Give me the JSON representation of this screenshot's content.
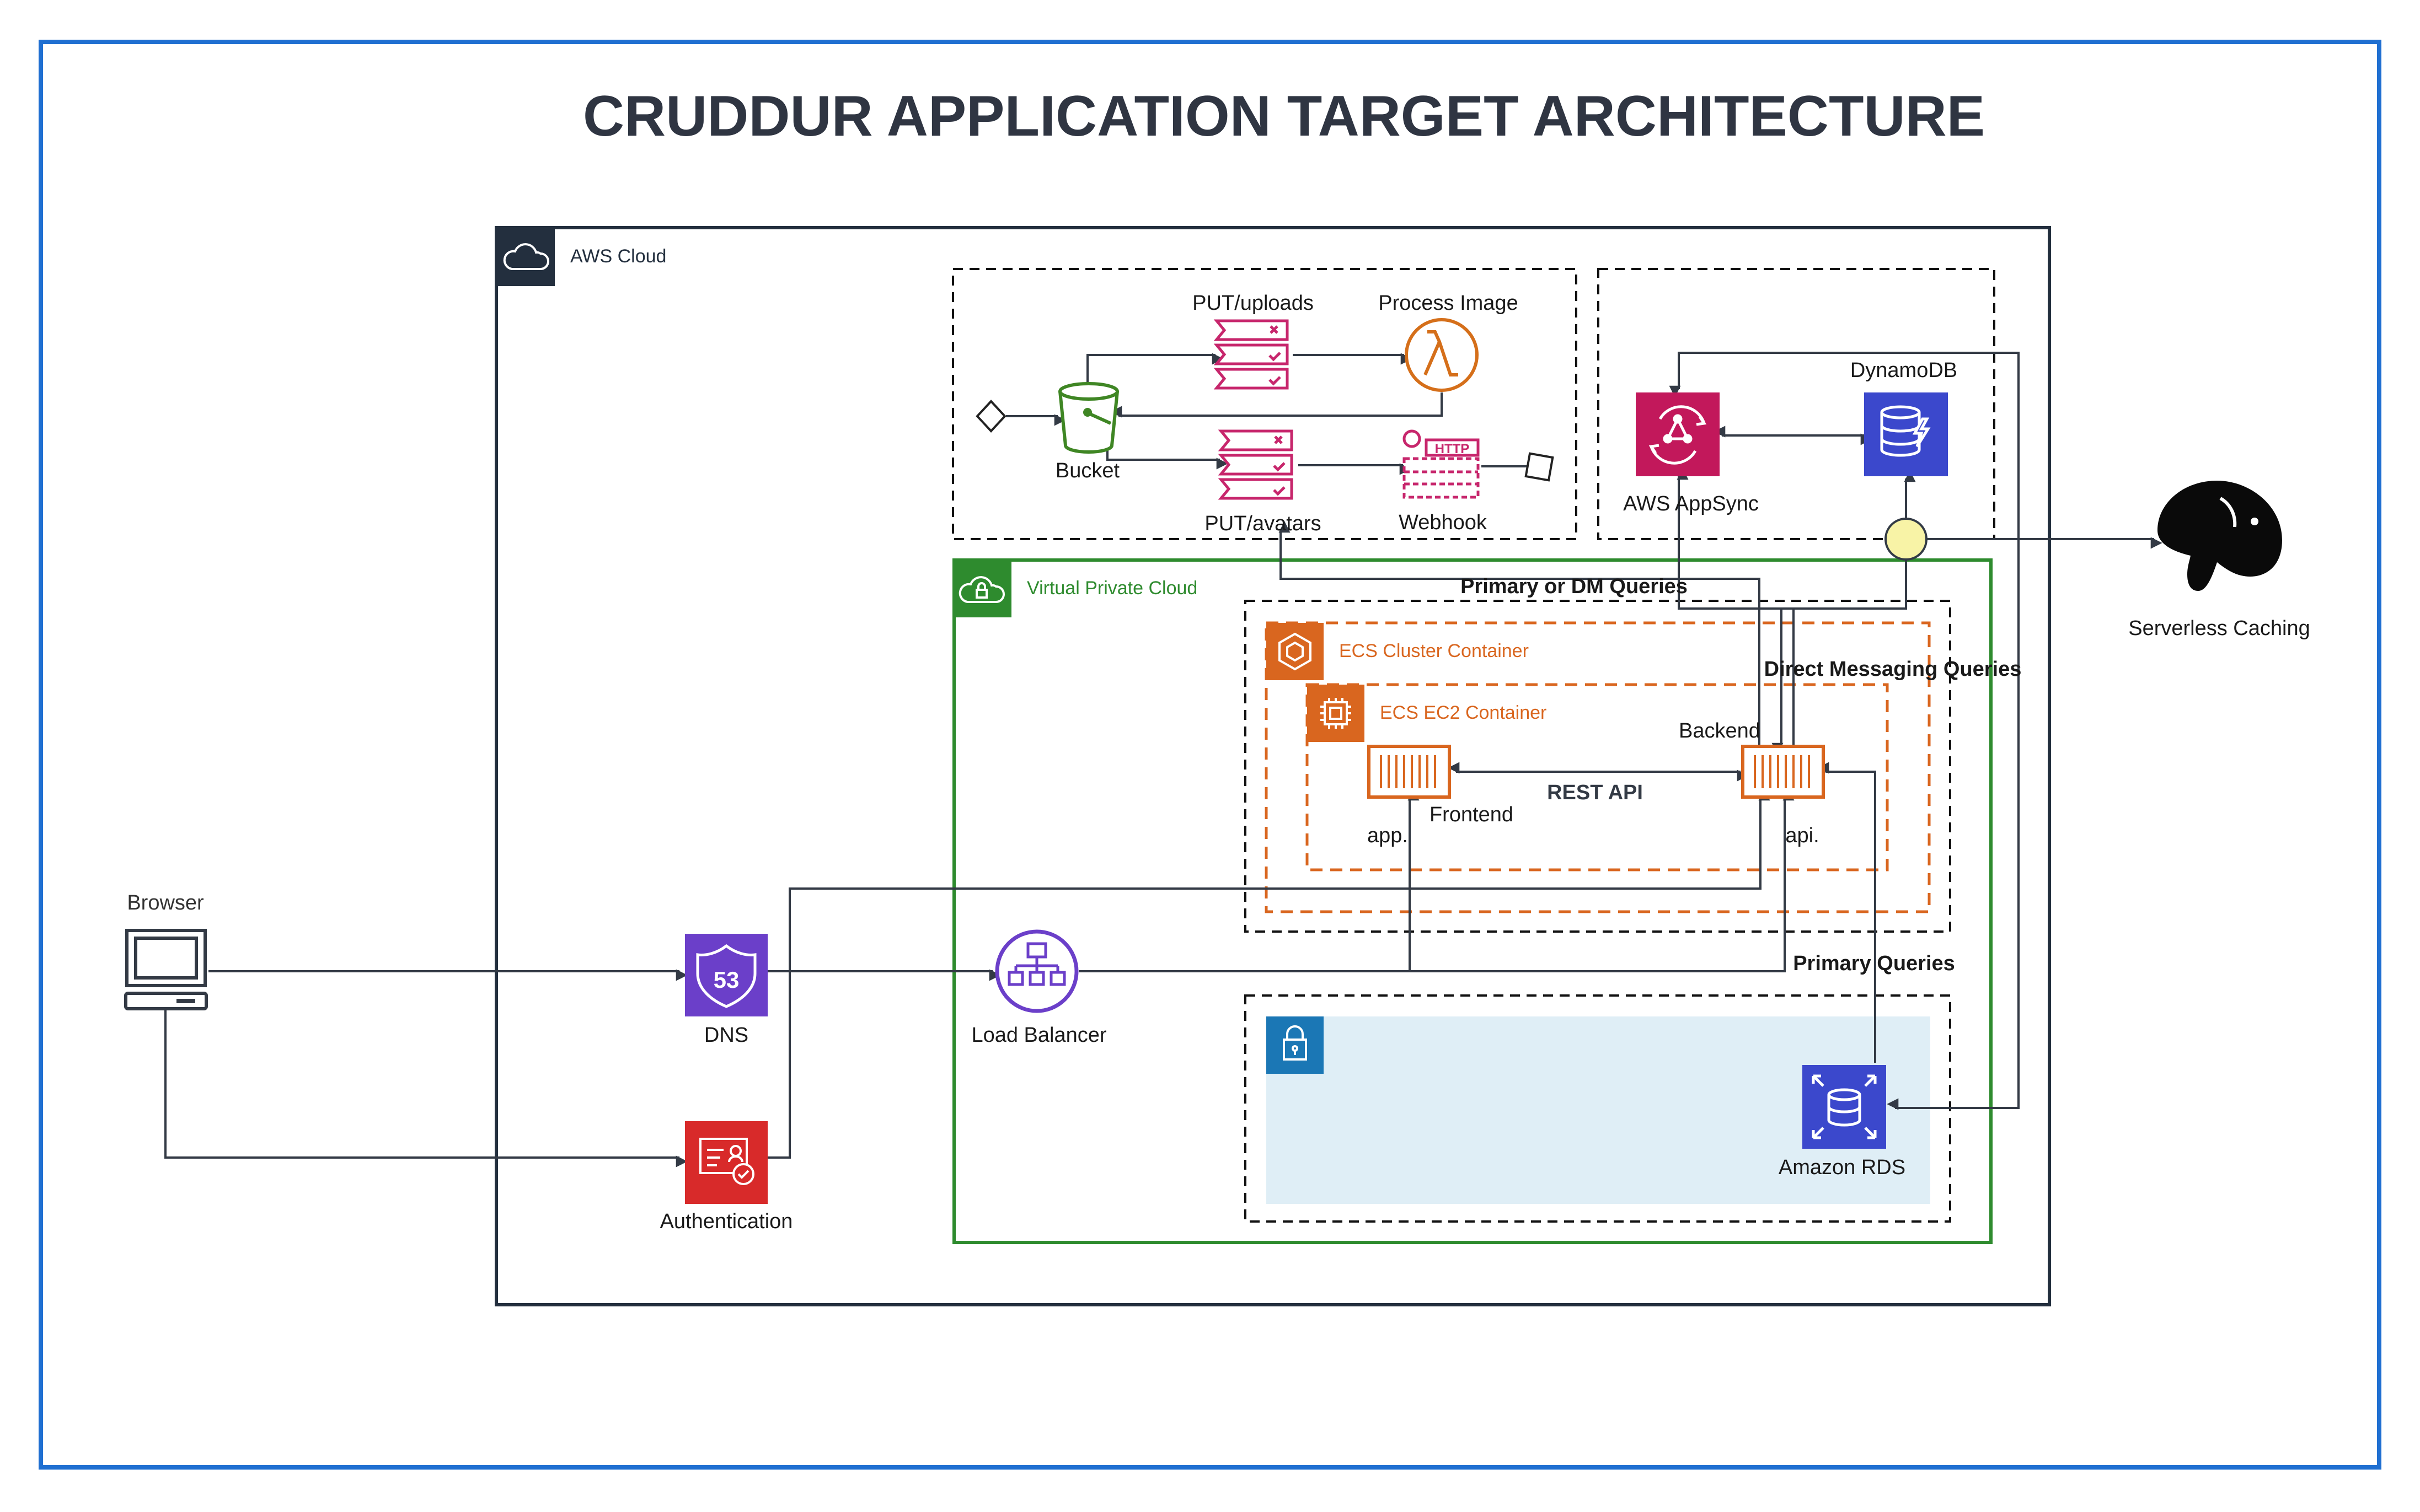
{
  "title": "CRUDDUR APPLICATION TARGET ARCHITECTURE",
  "groups": {
    "aws_cloud": "AWS Cloud",
    "vpc": "Virtual Private Cloud",
    "ecs_cluster": "ECS Cluster Container",
    "ecs_ec2": "ECS EC2 Container"
  },
  "nodes": {
    "browser": "Browser",
    "dns": "DNS",
    "authentication": "Authentication",
    "load_balancer": "Load Balancer",
    "bucket": "Bucket",
    "put_uploads": "PUT/uploads",
    "process_image": "Process Image",
    "put_avatars": "PUT/avatars",
    "webhook": "Webhook",
    "webhook_http": "HTTP",
    "appsync": "AWS AppSync",
    "dynamodb": "DynamoDB",
    "serverless_caching": "Serverless Caching",
    "frontend": "Frontend",
    "frontend_host": "app.",
    "backend": "Backend",
    "backend_host": "api.",
    "rds": "Amazon RDS",
    "dns_badge": "53"
  },
  "edge_labels": {
    "rest_api": "REST API",
    "primary_or_dm": "Primary or DM Queries",
    "direct_messaging": "Direct Messaging Queries",
    "primary_queries": "Primary Queries"
  },
  "colors": {
    "frame_blue": "#1f6fd1",
    "aws_dark": "#232f3e",
    "vpc_green": "#2e8b2e",
    "ecs_orange": "#d9661f",
    "s3_green": "#3f8624",
    "lambda_orange": "#d56f1a",
    "api_pink": "#c7266c",
    "appsync_pink": "#c2185b",
    "dynamodb_blue": "#3b48cc",
    "rds_blue": "#3b48cc",
    "route53_purple": "#6b3fc9",
    "auth_red": "#d82a2a",
    "private_subnet_fill": "#dfeef6",
    "lock_blue": "#1b77b5",
    "cache_yellow": "#f8f3a6"
  },
  "icons": {
    "aws_cloud": "cloud-icon",
    "vpc": "cloud-lock-icon",
    "ecs_cluster": "ecs-cluster-icon",
    "ecs_ec2": "ec2-chip-icon",
    "browser": "laptop-icon",
    "dns": "route53-shield-icon",
    "authentication": "certificate-icon",
    "load_balancer": "hierarchy-icon",
    "bucket": "s3-bucket-icon",
    "lambda": "lambda-icon",
    "api_gateway": "api-checklist-icon",
    "webhook": "http-endpoint-icon",
    "appsync": "appsync-icon",
    "dynamodb": "dynamodb-icon",
    "serverless_caching": "momento-logo-icon",
    "container": "container-icon",
    "rds": "rds-database-icon",
    "private_subnet": "lock-icon"
  }
}
